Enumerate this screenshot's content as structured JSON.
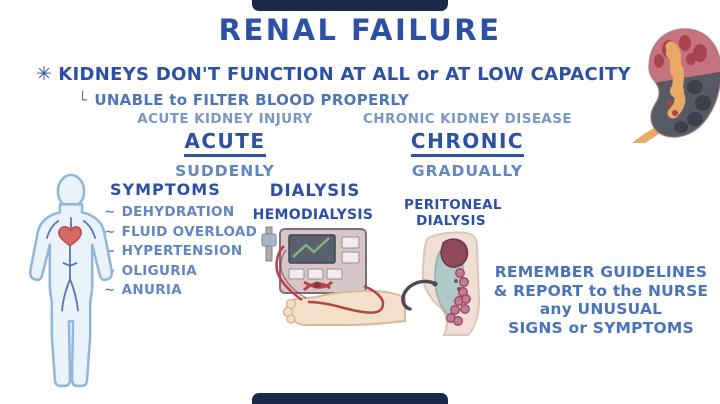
{
  "title": "RENAL FAILURE",
  "key_point": {
    "bullet": "✳",
    "text": "KIDNEYS DON'T FUNCTION AT ALL or AT LOW CAPACITY"
  },
  "sub_point": {
    "bullet": "└",
    "text": "UNABLE to FILTER BLOOD PROPERLY"
  },
  "acute_column": {
    "subtitle": "ACUTE KIDNEY INJURY",
    "heading": "ACUTE",
    "onset": "SUDDENLY"
  },
  "chronic_column": {
    "subtitle": "CHRONIC KIDNEY DISEASE",
    "heading": "CHRONIC",
    "onset": "GRADUALLY"
  },
  "symptoms": {
    "heading": "SYMPTOMS",
    "bullet": "~",
    "items": [
      "DEHYDRATION",
      "FLUID OVERLOAD",
      "HYPERTENSION",
      "OLIGURIA",
      "ANURIA"
    ]
  },
  "dialysis": {
    "heading": "DIALYSIS",
    "hemodialysis": "HEMODIALYSIS",
    "peritoneal_line1": "PERITONEAL",
    "peritoneal_line2": "DIALYSIS"
  },
  "reminder": {
    "lines": [
      "REMEMBER GUIDELINES",
      "& REPORT to the NURSE",
      "any UNUSUAL",
      "SIGNS or SYMPTOMS"
    ]
  },
  "icons": {
    "kidney": "diseased-kidney-cross-section",
    "body": "human-body-with-heart-and-vessels",
    "hemodialysis": "dialysis-machine-with-arm",
    "peritoneal": "abdomen-side-view-with-catheter"
  },
  "colors": {
    "title_blue": "#2b50a4",
    "mid_blue": "#4a74ba",
    "light_blue": "#7897c8",
    "navy_bar": "#1b2a4a",
    "tube_red": "#b5424a",
    "kidney_rose": "#c4737f",
    "kidney_dark": "#555a64",
    "kidney_orange": "#eaa964",
    "skin": "#f3e0ca"
  }
}
